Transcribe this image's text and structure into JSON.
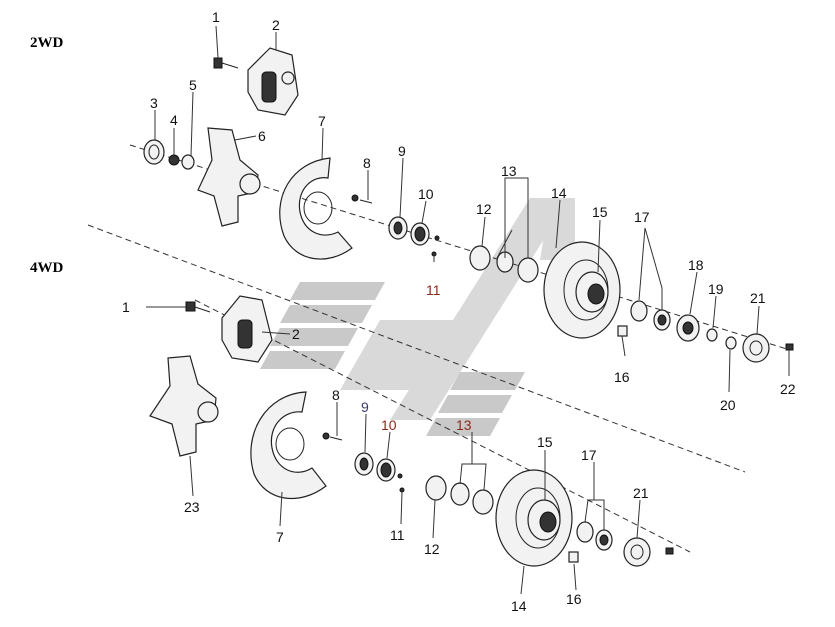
{
  "sections": {
    "top": "2WD",
    "bottom": "4WD"
  },
  "labels_2wd": {
    "p1": "1",
    "p2": "2",
    "p3": "3",
    "p4": "4",
    "p5": "5",
    "p6": "6",
    "p7": "7",
    "p8": "8",
    "p9": "9",
    "p10": "10",
    "p11": "11",
    "p12": "12",
    "p13": "13",
    "p14": "14",
    "p15": "15",
    "p16": "16",
    "p17": "17",
    "p18": "18",
    "p19": "19",
    "p20": "20",
    "p21": "21",
    "p22": "22"
  },
  "labels_4wd": {
    "p1": "1",
    "p2": "2",
    "p7": "7",
    "p8": "8",
    "p9": "9",
    "p10": "10",
    "p11": "11",
    "p12": "12",
    "p13": "13",
    "p14": "14",
    "p15": "15",
    "p16": "16",
    "p17": "17",
    "p21": "21",
    "p23": "23"
  },
  "colors": {
    "watermark": "#c9c9c9",
    "label_red": "#8a2a1a",
    "line": "#222222"
  }
}
